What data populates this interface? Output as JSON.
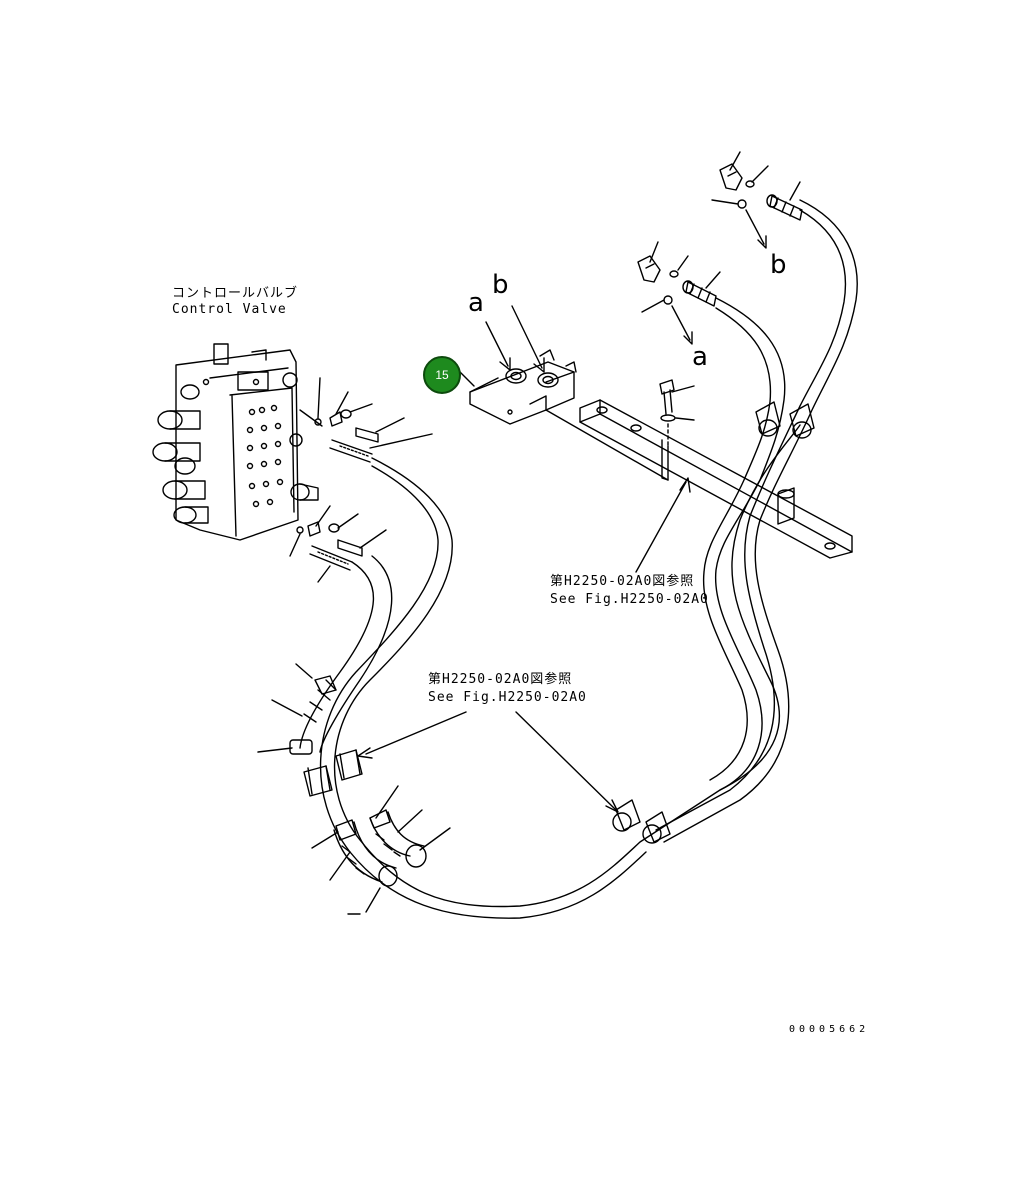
{
  "labels": {
    "control_valve_jp": "コントロールバルブ",
    "control_valve_en": "Control Valve",
    "ref_upper_jp": "第H2250-02A0図参照",
    "ref_upper_en": "See Fig.H2250-02A0",
    "ref_lower_jp": "第H2250-02A0図参照",
    "ref_lower_en": "See Fig.H2250-02A0",
    "mark_a_bracket": "a",
    "mark_b_bracket": "b",
    "mark_a_fitting": "a",
    "mark_b_fitting": "b",
    "drawing_number": "00005662"
  },
  "callouts": [
    {
      "number": "15",
      "color": "#1e8a1e"
    }
  ]
}
